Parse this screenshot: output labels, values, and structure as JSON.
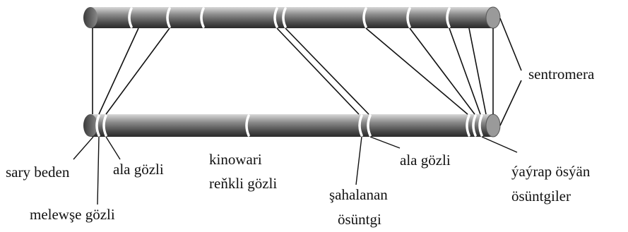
{
  "labels": {
    "sary_beden": "sary beden",
    "melewse_gozli": "melewşe gözli",
    "ala_gozli_left": "ala gözli",
    "kinowari_line1": "kinowari",
    "kinowari_line2": "reňkli gözli",
    "sahalanan_line1": "şahalanan",
    "sahalanan_line2": "ösüntgi",
    "ala_gozli_right": "ala gözli",
    "yayrap_line1": "ýaýrap ösýän",
    "yayrap_line2": "ösüntgiler",
    "sentromera": "sentromera"
  },
  "colors": {
    "chromosome_dark": "#4a4a4a",
    "chromosome_mid": "#8c8c8c",
    "chromosome_light": "#d8d8d8",
    "band": "#ffffff",
    "line": "#111111"
  }
}
